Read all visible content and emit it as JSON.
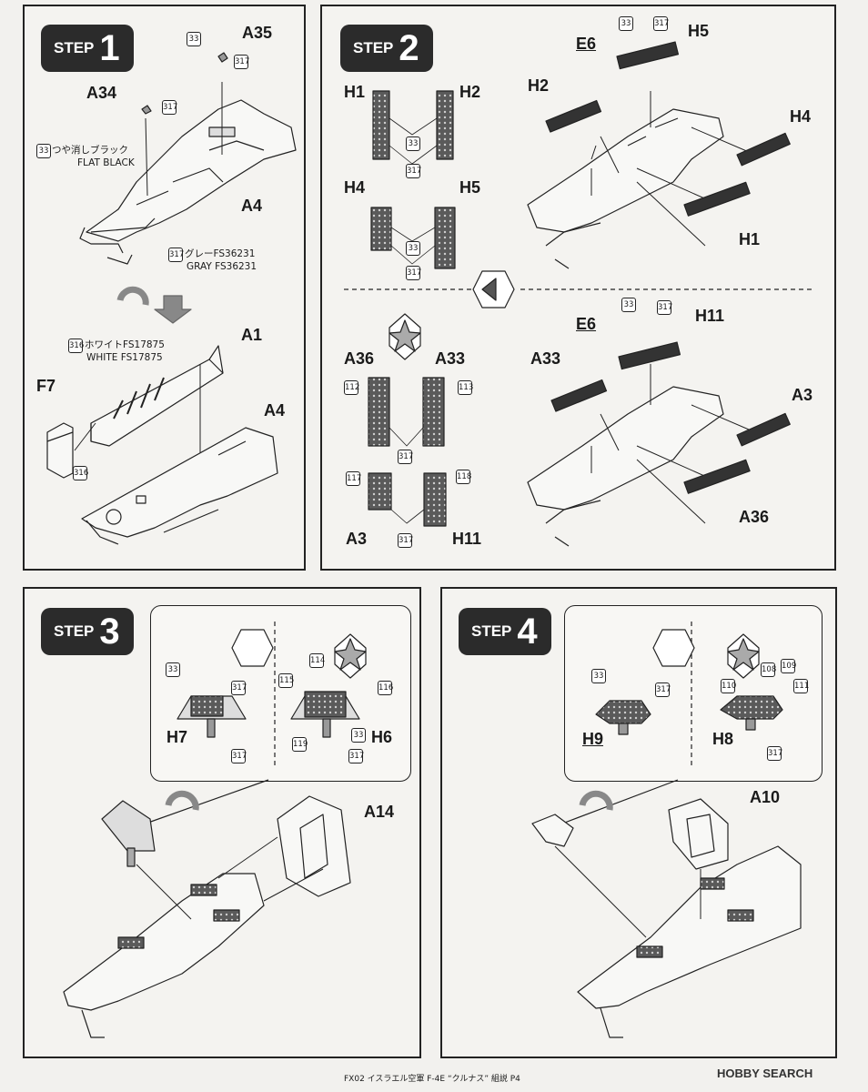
{
  "steps": {
    "s1": {
      "word": "STEP",
      "num": "1"
    },
    "s2": {
      "word": "STEP",
      "num": "2"
    },
    "s3": {
      "word": "STEP",
      "num": "3"
    },
    "s4": {
      "word": "STEP",
      "num": "4"
    }
  },
  "step1": {
    "a35": "A35",
    "a34": "A34",
    "a4a": "A4",
    "a1": "A1",
    "f7": "F7",
    "a4b": "A4",
    "c33a": "33",
    "c317a": "317",
    "c317b": "317",
    "c33b": "33",
    "c317c": "317",
    "c316a": "316",
    "c316b": "316",
    "flat_jp": "つや消しブラック",
    "flat_en": "FLAT BLACK",
    "gray_jp": "グレーFS36231",
    "gray_en": "GRAY FS36231",
    "white_jp": "ホワイトFS17875",
    "white_en": "WHITE FS17875"
  },
  "step2": {
    "h1": "H1",
    "h2": "H2",
    "h4": "H4",
    "h5": "H5",
    "c33a": "33",
    "c317a": "317",
    "c33b": "33",
    "c317b": "317",
    "e6": "E6",
    "h5r": "H5",
    "h2r": "H2",
    "h4r": "H4",
    "h1r": "H1",
    "c33c": "33",
    "c317c": "317",
    "a36": "A36",
    "a33": "A33",
    "a3": "A3",
    "h11": "H11",
    "c112": "112",
    "c113": "113",
    "c317d": "317",
    "c117": "117",
    "c118": "118",
    "c317e": "317",
    "e6b": "E6",
    "h11r": "H11",
    "a33r": "A33",
    "a3r": "A3",
    "a36r": "A36",
    "c33d": "33",
    "c317f": "317"
  },
  "step3": {
    "h7": "H7",
    "h6": "H6",
    "a14": "A14",
    "c33a": "33",
    "c317a": "317",
    "c114": "114",
    "c115": "115",
    "c116": "116",
    "c119": "119",
    "c33b": "33",
    "c317b": "317"
  },
  "step4": {
    "h9": "H9",
    "h8": "H8",
    "a10": "A10",
    "c33": "33",
    "c317a": "317",
    "c108": "108",
    "c109": "109",
    "c110": "110",
    "c111": "111",
    "c317b": "317"
  },
  "footer": "FX02 イスラエル空軍 F-4E “クルナス” 組説 P4",
  "brand": "HOBBY SEARCH",
  "colors": {
    "ink": "#222222",
    "panel": "#f4f3f0",
    "gray": "#8a8a8a",
    "light": "#cfcfcf"
  }
}
